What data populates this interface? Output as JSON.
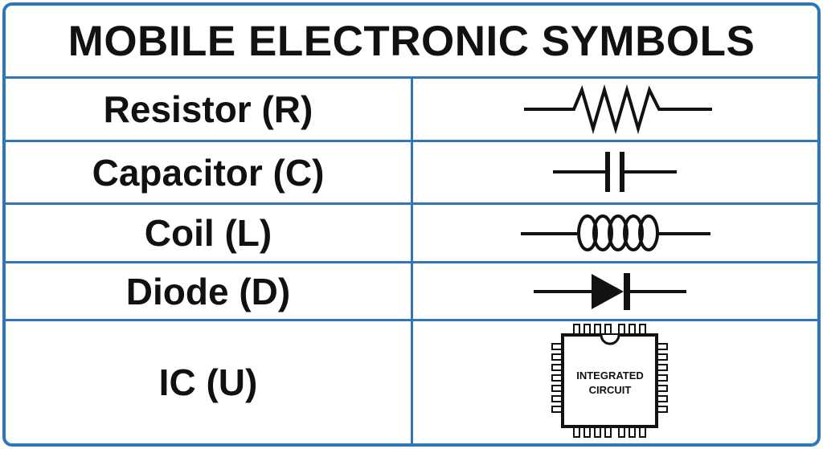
{
  "title": "MOBILE ELECTRONIC SYMBOLS",
  "rows": [
    {
      "label": "Resistor (R)",
      "symbol_icon": "resistor-icon"
    },
    {
      "label": "Capacitor (C)",
      "symbol_icon": "capacitor-icon"
    },
    {
      "label": "Coil (L)",
      "symbol_icon": "coil-inductor-icon"
    },
    {
      "label": "Diode (D)",
      "symbol_icon": "diode-icon"
    },
    {
      "label": "IC (U)",
      "symbol_icon": "integrated-circuit-chip-icon",
      "chip_text": [
        "INTEGRATED",
        "CIRCUIT"
      ]
    }
  ],
  "colors": {
    "border": "#2f77b7",
    "text": "#111111",
    "background": "#ffffff"
  }
}
